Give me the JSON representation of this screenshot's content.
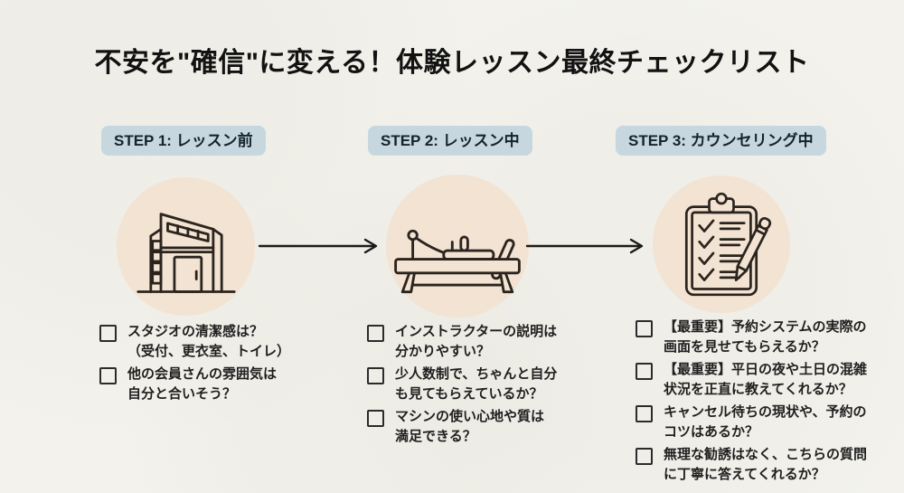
{
  "title": "不安を\"確信\"に変える！体験レッスン最終チェックリスト",
  "colors": {
    "background": "#f3f2ec",
    "step_pill": "#c6d7e0",
    "circle_fill": "#f2e3d2",
    "line_art": "#2b241e",
    "text": "#1f1f1f"
  },
  "steps": [
    {
      "label": "STEP 1: レッスン前",
      "icon": "studio-building-icon",
      "items": [
        "スタジオの清潔感は？\n（受付、更衣室、トイレ）",
        "他の会員さんの雰囲気は\n自分と合いそう？"
      ]
    },
    {
      "label": "STEP 2: レッスン中",
      "icon": "pilates-reformer-icon",
      "items": [
        "インストラクターの説明は\n分かりやすい？",
        "少人数制で、ちゃんと自分\nも見てもらえているか？",
        "マシンの使い心地や質は\n満足できる？"
      ]
    },
    {
      "label": "STEP 3: カウンセリング中",
      "icon": "clipboard-checklist-icon",
      "items": [
        "【最重要】予約システムの実際の\n画面を見せてもらえるか？",
        "【最重要】平日の夜や土日の混雑\n状況を正直に教えてくれるか？",
        "キャンセル待ちの現状や、予約の\nコツはあるか？",
        "無理な勧誘はなく、こちらの質問\nに丁寧に答えてくれるか？"
      ]
    }
  ]
}
